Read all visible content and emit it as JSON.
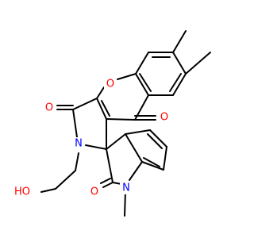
{
  "structure": {
    "type": "chemical-structure",
    "colors": {
      "bond": "#000000",
      "oxygen": "#ff0000",
      "nitrogen": "#0000ff",
      "background": "#ffffff"
    },
    "atoms": [
      {
        "id": "O_ring",
        "label": "O",
        "element": "O"
      },
      {
        "id": "O_chromone",
        "label": "O",
        "element": "O"
      },
      {
        "id": "O_lactam",
        "label": "O",
        "element": "O"
      },
      {
        "id": "N_pyrrole",
        "label": "N",
        "element": "N"
      },
      {
        "id": "HO",
        "label": "HO",
        "element": "O"
      },
      {
        "id": "O_oxindole",
        "label": "O",
        "element": "O"
      },
      {
        "id": "N_indole",
        "label": "N",
        "element": "N"
      }
    ]
  }
}
